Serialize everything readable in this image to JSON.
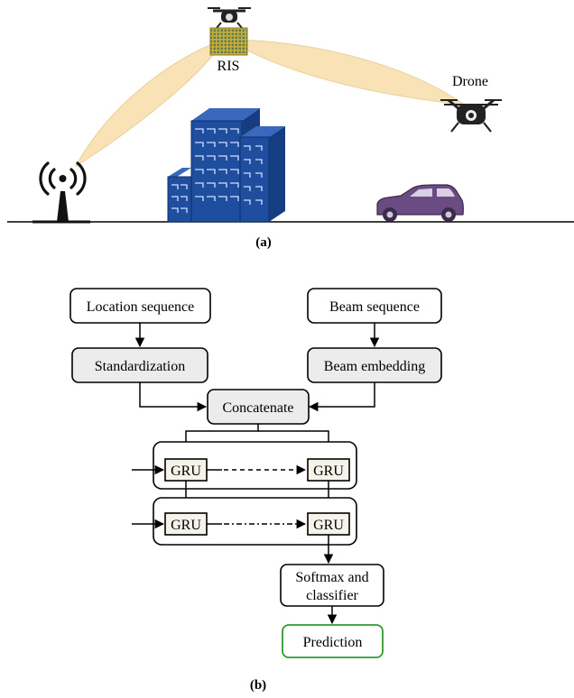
{
  "part_a": {
    "caption": "(a)",
    "ris_label": "RIS",
    "drone_label": "Drone"
  },
  "part_b": {
    "caption": "(b)",
    "location_sequence": "Location sequence",
    "beam_sequence": "Beam sequence",
    "standardization": "Standardization",
    "beam_embedding": "Beam embedding",
    "concatenate": "Concatenate",
    "gru_label": "GRU",
    "softmax_line1": "Softmax and",
    "softmax_line2": "classifier",
    "prediction": "Prediction"
  },
  "colors": {
    "beam": "#f9e3b6",
    "building": "#1f4e9f",
    "building_edge": "#0d2c6b",
    "window": "#cfe0ff",
    "car": "#6b4c82",
    "process_box": "#ececec",
    "gru_box": "#f6f4ea",
    "prediction_border": "#2e9b2e",
    "ris_panel": "#c4ae3c"
  },
  "icons": {
    "antenna": "cell-tower-icon",
    "ris_drone": "drone-icon",
    "drone": "drone-icon",
    "car": "car-icon",
    "buildings": "building-icon"
  }
}
